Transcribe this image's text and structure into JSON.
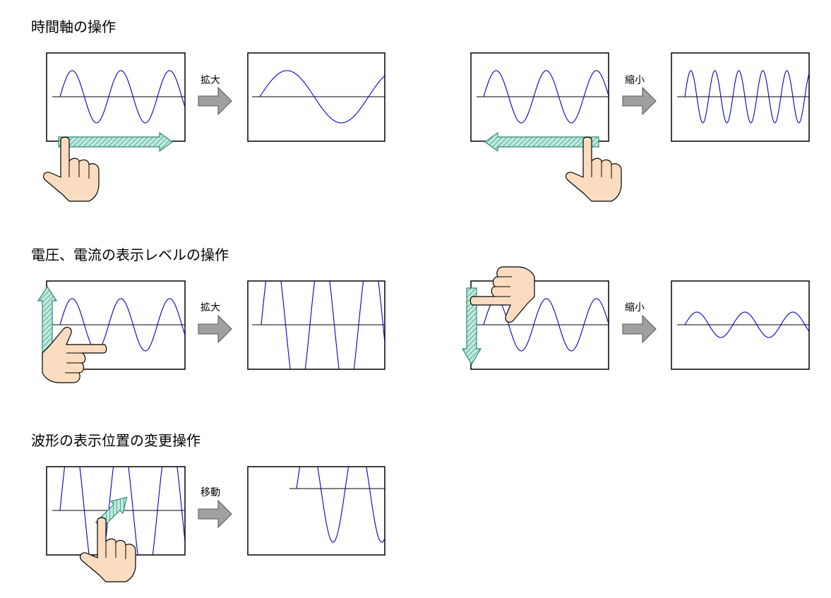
{
  "sections": [
    {
      "title": "時間軸の操作",
      "operations": [
        {
          "label": "拡大"
        },
        {
          "label": "縮小"
        }
      ]
    },
    {
      "title": "電圧、電流の表示レベルの操作",
      "operations": [
        {
          "label": "拡大"
        },
        {
          "label": "縮小"
        }
      ]
    },
    {
      "title": "波形の表示位置の変更操作",
      "operations": [
        {
          "label": "移動"
        }
      ]
    }
  ],
  "colors": {
    "wave": "#0000cc",
    "frame": "#000000",
    "axis": "#000000",
    "arrow_fill": "#a0a0a0",
    "drag_arrow_fill": "#bfeadf",
    "drag_arrow_stroke": "#2e8b74",
    "hand_fill": "#fcdcc0"
  },
  "icons": [
    "arrow-right-icon",
    "drag-arrow-icon",
    "pointing-hand-icon"
  ]
}
